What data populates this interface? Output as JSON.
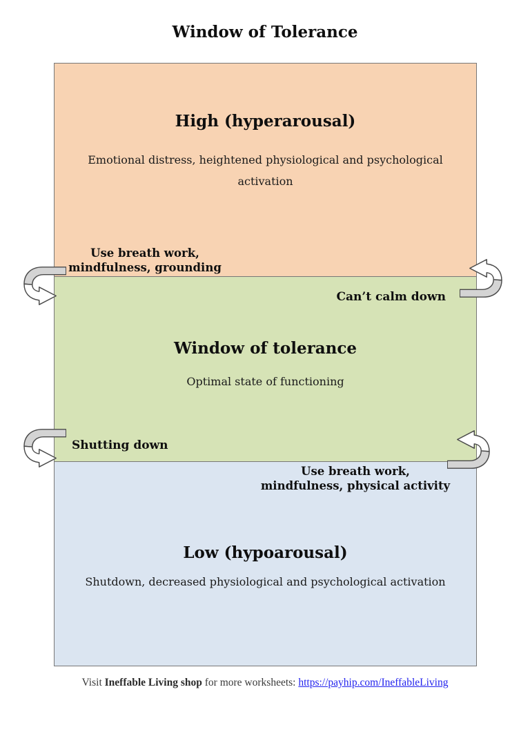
{
  "title": "Window of Tolerance",
  "zones": {
    "high": {
      "heading": "High (hyperarousal)",
      "description": "Emotional distress, heightened physiological and psychological activation",
      "color": "#f8d3b3"
    },
    "window": {
      "heading": "Window of tolerance",
      "description": "Optimal state of functioning",
      "color": "#d6e3b6"
    },
    "low": {
      "heading": "Low (hypoarousal)",
      "description": "Shutdown, decreased physiological and psychological activation",
      "color": "#dbe5f1"
    }
  },
  "annotations": {
    "hyper_to_window": {
      "line1": "Use breath work,",
      "line2": "mindfulness, grounding"
    },
    "cant_calm_down": "Can’t calm down",
    "shutting_down": "Shutting down",
    "hypo_to_window": {
      "line1": "Use breath work,",
      "line2": "mindfulness, physical activity"
    }
  },
  "icons": {
    "top_left": "curved-arrow-down",
    "top_right": "curved-arrow-up",
    "bottom_left": "curved-arrow-down",
    "bottom_right": "curved-arrow-up"
  },
  "footer": {
    "prefix": "Visit ",
    "brand": "Ineffable Living shop",
    "middle": " for more worksheets: ",
    "link": "https://payhip.com/IneffableLiving"
  },
  "colors": {
    "zone_border": "#777777",
    "arrow_fill_band": "#d4d4d4",
    "arrow_fill_head": "#ffffff",
    "arrow_outline": "#4a4a4a",
    "link": "#2323ee"
  }
}
